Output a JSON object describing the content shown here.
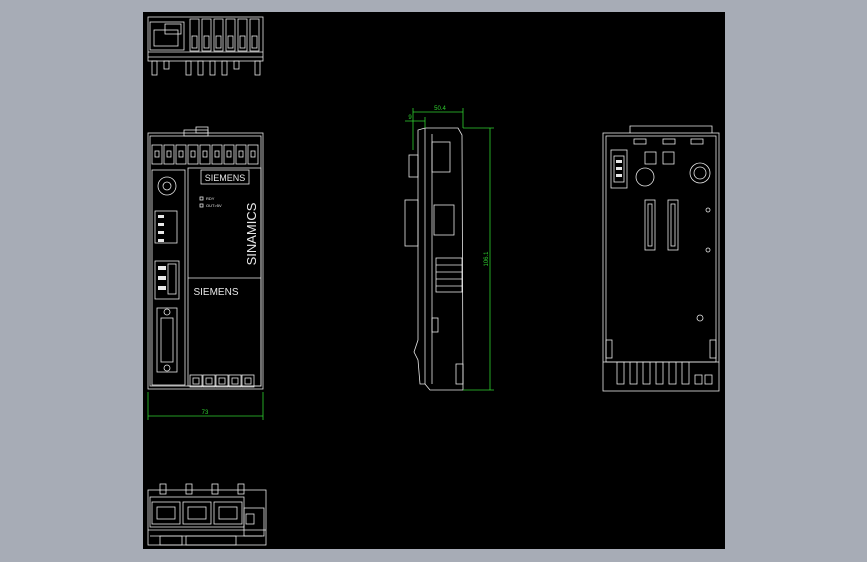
{
  "front_view": {
    "brand_top": "SIEMENS",
    "led_rdy": "RDY",
    "led_outdy": "OUT>5V",
    "product_vertical": "SINAMICS",
    "brand_main": "SIEMENS",
    "dim_width": "73"
  },
  "side_view": {
    "dim_depth_small": "9",
    "dim_depth": "50.4",
    "dim_height": "106.1"
  },
  "colors": {
    "background": "#a7acb6",
    "drawing_bg": "#000000",
    "lines": "#e8e8e8",
    "dimensions": "#2fd12f"
  }
}
